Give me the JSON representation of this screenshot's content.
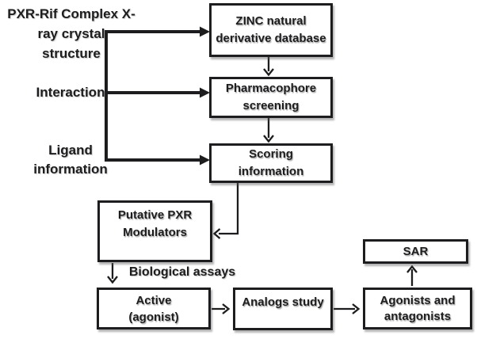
{
  "labels": [
    {
      "id": "crystal-structure",
      "text": "PXR-Rif Complex X-\nray crystal\nstructure"
    },
    {
      "id": "interaction",
      "text": "Interaction"
    },
    {
      "id": "ligand-information",
      "text": "Ligand\ninformation"
    }
  ],
  "boxes": [
    {
      "id": "zinc-database",
      "label": "ZINC natural\nderivative database"
    },
    {
      "id": "pharmacophore-screening",
      "label": "Pharmacophore\nscreening"
    },
    {
      "id": "scoring-information",
      "label": "Scoring\ninformation"
    },
    {
      "id": "putative-pxr-modulators",
      "label": "Putative PXR\nModulators"
    },
    {
      "id": "active-agonist",
      "label": "Active\n(agonist)"
    },
    {
      "id": "analogs-study",
      "label": "Analogs study"
    },
    {
      "id": "agonists-antagonists",
      "label": "Agonists and\nantagonists"
    },
    {
      "id": "sar",
      "label": "SAR"
    }
  ],
  "annotations": {
    "biological_assays": "Biological assays"
  },
  "edges": [
    {
      "from": "crystal-structure",
      "to": "zinc-database"
    },
    {
      "from": "interaction",
      "to": "pharmacophore-screening"
    },
    {
      "from": "ligand-information",
      "to": "scoring-information"
    },
    {
      "from": "zinc-database",
      "to": "pharmacophore-screening"
    },
    {
      "from": "pharmacophore-screening",
      "to": "scoring-information"
    },
    {
      "from": "scoring-information",
      "to": "putative-pxr-modulators"
    },
    {
      "from": "putative-pxr-modulators",
      "to": "active-agonist",
      "label": "Biological assays"
    },
    {
      "from": "active-agonist",
      "to": "analogs-study"
    },
    {
      "from": "analogs-study",
      "to": "agonists-antagonists"
    },
    {
      "from": "agonists-antagonists",
      "to": "sar"
    }
  ],
  "colors": {
    "line": "#1d1d1f",
    "box_fill": "#ffffff",
    "background": "#ffffff"
  }
}
